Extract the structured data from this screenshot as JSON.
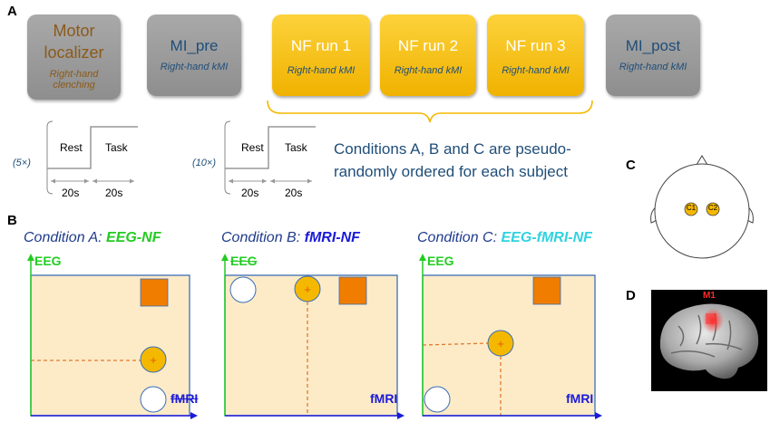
{
  "panels": {
    "a": "A",
    "b": "B",
    "c": "C",
    "d": "D"
  },
  "timeline": {
    "boxes": [
      {
        "title_line1": "Motor",
        "title_line2": "localizer",
        "subtitle_line1": "Right-hand",
        "subtitle_line2": "clenching"
      },
      {
        "title": "MI_pre",
        "subtitle": "Right-hand kMI"
      },
      {
        "title": "NF run 1",
        "subtitle": "Right-hand kMI"
      },
      {
        "title": "NF run 2",
        "subtitle": "Right-hand kMI"
      },
      {
        "title": "NF run 3",
        "subtitle": "Right-hand kMI"
      },
      {
        "title": "MI_post",
        "subtitle": "Right-hand kMI"
      }
    ],
    "conditions_note_line1": "Conditions A, B and C are pseudo-",
    "conditions_note_line2": "randomly ordered for each subject"
  },
  "protocols": [
    {
      "repeat": "(5×)",
      "rest": "Rest",
      "task": "Task",
      "rest_dur": "20s",
      "task_dur": "20s"
    },
    {
      "repeat": "(10×)",
      "rest": "Rest",
      "task": "Task",
      "rest_dur": "20s",
      "task_dur": "20s"
    }
  ],
  "conditions": [
    {
      "prefix": "Condition A: ",
      "name": "EEG-NF",
      "name_color": "#22cc22",
      "y_label": "EEG",
      "x_label": "fMRI",
      "x_struck": true,
      "y_struck": false
    },
    {
      "prefix": "Condition B: ",
      "name": "fMRI-NF",
      "name_color": "#1a1ad9",
      "y_label": "EEG",
      "x_label": "fMRI",
      "x_struck": false,
      "y_struck": true
    },
    {
      "prefix": "Condition C: ",
      "name": "EEG-fMRI-NF",
      "name_color": "#2ed3e0",
      "y_label": "EEG",
      "x_label": "fMRI",
      "x_struck": false,
      "y_struck": false
    }
  ],
  "head": {
    "electrodes": [
      "C1",
      "C2"
    ]
  },
  "brain": {
    "label": "M1"
  },
  "colors": {
    "eeg_axis": "#22cc22",
    "fmri_axis": "#1a1ad9",
    "plot_bg": "#fdebc8",
    "target": "#f07d00",
    "ball": "#f5b800"
  }
}
